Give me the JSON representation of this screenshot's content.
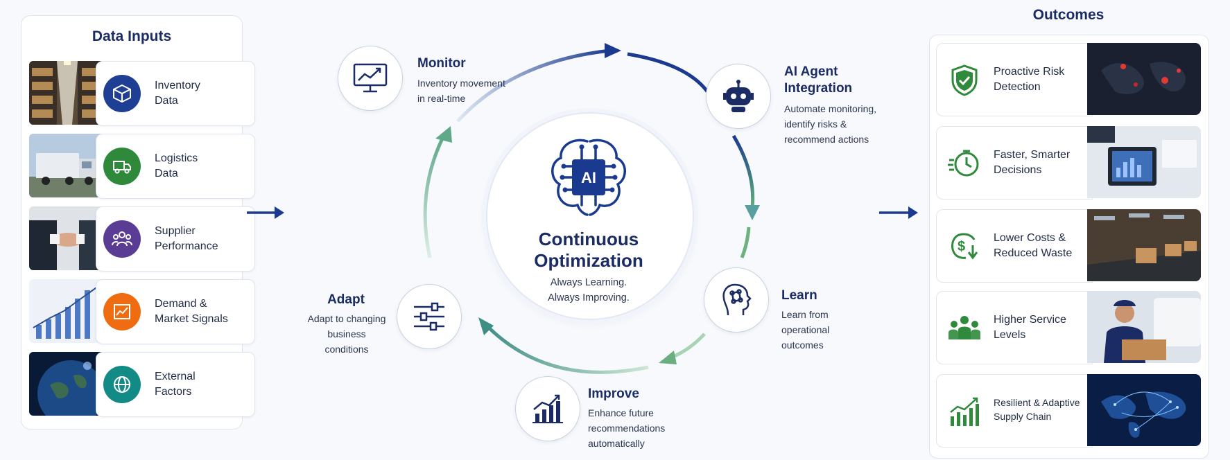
{
  "inputs": {
    "title": "Data Inputs",
    "items": [
      {
        "label": "Inventory\nData",
        "icon": "box-icon",
        "color": "#1f3f95"
      },
      {
        "label": "Logistics\nData",
        "icon": "truck-icon",
        "color": "#2e8a3a"
      },
      {
        "label": "Supplier\nPerformance",
        "icon": "people-icon",
        "color": "#5b3c94"
      },
      {
        "label": "Demand &\nMarket Signals",
        "icon": "chart-icon",
        "color": "#ef6c10"
      },
      {
        "label": "External\nFactors",
        "icon": "globe-icon",
        "color": "#128a86"
      }
    ]
  },
  "cycle": {
    "monitor": {
      "title": "Monitor",
      "desc": "Inventory movement\nin real-time",
      "icon": "monitor-chart-icon"
    },
    "agent": {
      "title": "AI Agent\nIntegration",
      "desc": "Automate monitoring,\nidentify risks &\nrecommend actions",
      "icon": "robot-icon"
    },
    "learn": {
      "title": "Learn",
      "desc": "Learn from\noperational\noutcomes",
      "icon": "brain-head-icon"
    },
    "improve": {
      "title": "Improve",
      "desc": "Enhance future\nrecommendations\nautomatically",
      "icon": "bar-chart-icon"
    },
    "adapt": {
      "title": "Adapt",
      "desc": "Adapt to changing\nbusiness\nconditions",
      "icon": "sliders-icon"
    }
  },
  "core": {
    "badge": "AI",
    "title": "Continuous\nOptimization",
    "subtitle": "Always Learning.\nAlways Improving.",
    "icon": "ai-brain-icon"
  },
  "outcomes": {
    "title": "Outcomes",
    "items": [
      {
        "label": "Proactive Risk\nDetection",
        "icon": "shield-check-icon"
      },
      {
        "label": "Faster, Smarter\nDecisions",
        "icon": "clock-speed-icon"
      },
      {
        "label": "Lower Costs &\nReduced Waste",
        "icon": "dollar-down-icon"
      },
      {
        "label": "Higher Service\nLevels",
        "icon": "team-icon"
      },
      {
        "label": "Resilient & Adaptive\nSupply Chain",
        "icon": "growth-icon"
      }
    ]
  },
  "colors": {
    "navy": "#1b2b63",
    "green": "#2f8a3c",
    "teal": "#5fa894",
    "arrow": "#1a3a8f"
  }
}
